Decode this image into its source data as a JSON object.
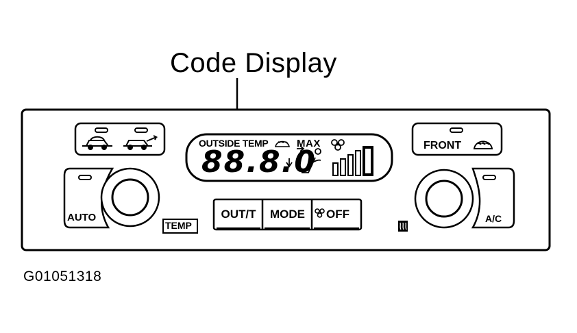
{
  "callout": {
    "label": "Code Display"
  },
  "figure_id": "G01051318",
  "display": {
    "outside_temp_label": "OUTSIDE TEMP",
    "max_label": "MAX",
    "digits": "88.8.0"
  },
  "buttons": {
    "front_label": "FRONT",
    "auto_label": "AUTO",
    "temp_label": "TEMP",
    "out_t_label": "OUT/T",
    "mode_label": "MODE",
    "off_label": "OFF",
    "ac_label": "A/C"
  },
  "icons": [
    "recirculation-icon",
    "fresh-air-icon",
    "front-defrost-icon",
    "windshield-defrost-icon",
    "fan-icon",
    "face-vent-icon",
    "fan-small-icon",
    "rear-defrost-icon"
  ]
}
